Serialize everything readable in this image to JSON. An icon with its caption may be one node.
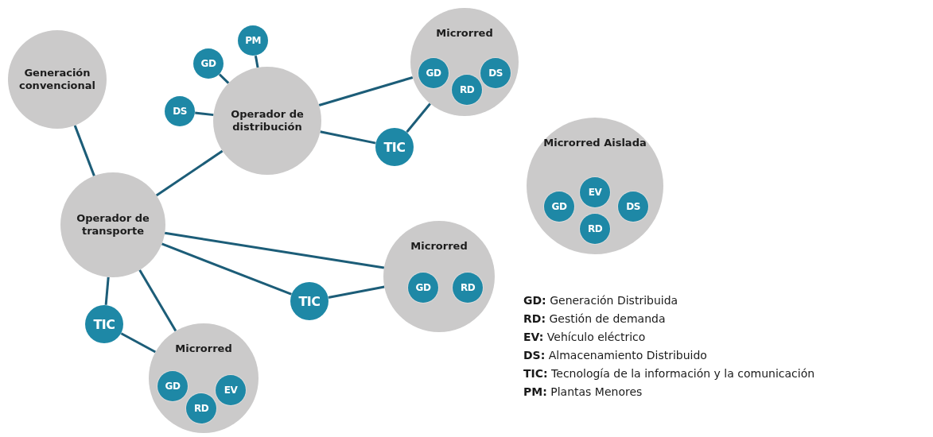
{
  "diagram": {
    "nodes": [
      {
        "text": [
          "Generación convencional"
        ]
      },
      {
        "text": [
          "Operador de distribución"
        ]
      },
      {
        "text": [
          "PM"
        ]
      },
      {
        "text": [
          "GD"
        ]
      },
      {
        "text": [
          "DS"
        ]
      },
      {
        "text": [
          "Microrred"
        ]
      },
      {
        "text": [
          "GD"
        ],
        "in": 5
      },
      {
        "text": [
          "RD"
        ],
        "in": 5
      },
      {
        "text": [
          "DS"
        ],
        "in": 5
      },
      {
        "text": [
          "TIC"
        ]
      },
      {
        "text": [
          "Microrred Aislada"
        ]
      },
      {
        "text": [
          "GD"
        ],
        "in": 10
      },
      {
        "text": [
          "EV"
        ],
        "in": 10
      },
      {
        "text": [
          "DS"
        ],
        "in": 10
      },
      {
        "text": [
          "RD"
        ],
        "in": 10
      },
      {
        "text": [
          "Operador de transporte"
        ]
      },
      {
        "text": [
          "Microrred"
        ]
      },
      {
        "text": [
          "GD"
        ],
        "in": 16
      },
      {
        "text": [
          "RD"
        ],
        "in": 16
      },
      {
        "text": [
          "TIC"
        ]
      },
      {
        "text": [
          "TIC"
        ]
      },
      {
        "text": [
          "Microrred"
        ]
      },
      {
        "text": [
          "GD"
        ],
        "in": 21
      },
      {
        "text": [
          "RD"
        ],
        "in": 21
      },
      {
        "text": [
          "EV"
        ],
        "in": 21
      }
    ],
    "edges": [
      {
        "from": 0,
        "to": 15,
        "arrow": "none"
      },
      {
        "from": 1,
        "to": 2,
        "arrow": "none"
      },
      {
        "from": 1,
        "to": 3,
        "arrow": "none"
      },
      {
        "from": 1,
        "to": 4,
        "arrow": "none"
      },
      {
        "from": 1,
        "to": 5,
        "arrow": "none"
      },
      {
        "from": 1,
        "to": 9,
        "arrow": "none"
      },
      {
        "from": 9,
        "to": 5,
        "arrow": "none"
      },
      {
        "from": 15,
        "to": 1,
        "arrow": "none"
      },
      {
        "from": 15,
        "to": 16,
        "arrow": "none"
      },
      {
        "from": 15,
        "to": 19,
        "arrow": "none"
      },
      {
        "from": 19,
        "to": 16,
        "arrow": "none"
      },
      {
        "from": 15,
        "to": 20,
        "arrow": "none"
      },
      {
        "from": 15,
        "to": 21,
        "arrow": "none"
      },
      {
        "from": 20,
        "to": 21,
        "arrow": "none"
      }
    ],
    "labels": [
      "**GD:** Generación Distribuida",
      "**RD:** Gestión de demanda",
      "**EV:** Vehículo eléctrico",
      "**DS:** Almacenamiento Distribuido",
      "**TIC:** Tecnología de la información y la comunicación",
      "**PM:** Plantas Menores"
    ]
  }
}
